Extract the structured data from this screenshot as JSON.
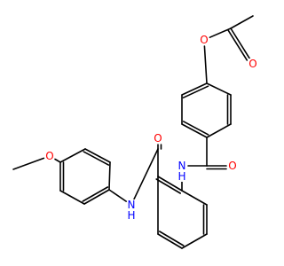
{
  "colors": {
    "bond": "#000000",
    "oxygen": "#ff0000",
    "nitrogen": "#0000ff",
    "background": "#ffffff"
  },
  "atoms": [
    {
      "id": "O1",
      "text": "O",
      "color_key": "oxygen"
    },
    {
      "id": "O2",
      "text": "O",
      "color_key": "oxygen"
    },
    {
      "id": "O3",
      "text": "O",
      "color_key": "oxygen"
    },
    {
      "id": "N1",
      "text": "N",
      "color_key": "nitrogen"
    },
    {
      "id": "H1",
      "text": "H",
      "color_key": "nitrogen"
    },
    {
      "id": "O4",
      "text": "O",
      "color_key": "oxygen"
    },
    {
      "id": "N2",
      "text": "N",
      "color_key": "nitrogen"
    },
    {
      "id": "H2",
      "text": "H",
      "color_key": "nitrogen"
    },
    {
      "id": "O5",
      "text": "O",
      "color_key": "oxygen"
    }
  ]
}
